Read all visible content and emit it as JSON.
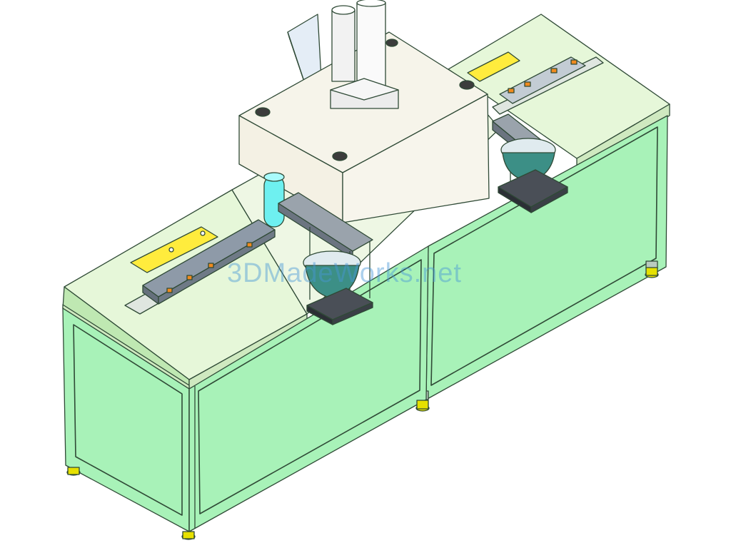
{
  "watermark": {
    "text": "3DMadeWorks.net",
    "color": "#4696d7"
  },
  "palette": {
    "frame_green": "#a8f2b8",
    "frame_outline": "#2f4a36",
    "table_top": "#e6f7d9",
    "housing": "#f4f1e4",
    "label_plate": "#ffec3d",
    "feeder_bowl": "#3c8f86",
    "cyan_cylinder": "#6ef0f0",
    "leveling_foot": "#e6e000",
    "rail_orange": "#f08a1e"
  },
  "components": [
    {
      "name": "machine-frame",
      "label": ""
    },
    {
      "name": "table-top",
      "label": ""
    },
    {
      "name": "central-housing",
      "label": ""
    },
    {
      "name": "pneumatic-cylinders",
      "label": ""
    },
    {
      "name": "control-box",
      "label": ""
    },
    {
      "name": "left-conveyor",
      "label": ""
    },
    {
      "name": "right-conveyor",
      "label": ""
    },
    {
      "name": "left-feeder-arm",
      "label": ""
    },
    {
      "name": "right-feeder-arm",
      "label": ""
    },
    {
      "name": "leveling-feet",
      "label": ""
    }
  ]
}
